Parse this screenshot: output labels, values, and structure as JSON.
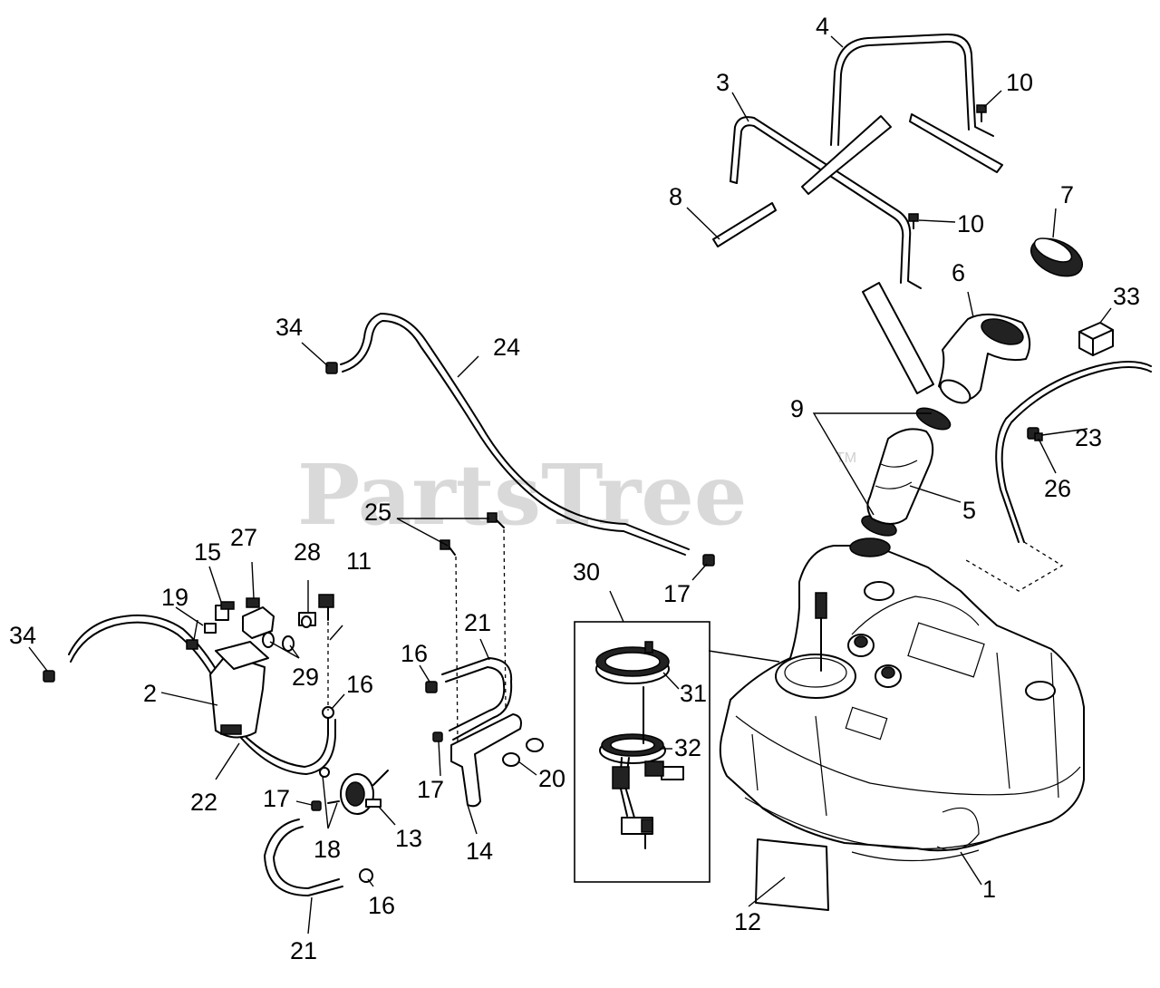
{
  "watermark": {
    "text": "PartsTree",
    "trademark": "TM"
  },
  "callouts": {
    "c1": "1",
    "c2": "2",
    "c3": "3",
    "c4": "4",
    "c5": "5",
    "c6": "6",
    "c7": "7",
    "c8": "8",
    "c9": "9",
    "c10a": "10",
    "c10b": "10",
    "c11": "11",
    "c12": "12",
    "c13": "13",
    "c14": "14",
    "c15": "15",
    "c16a": "16",
    "c16b": "16",
    "c16c": "16",
    "c17a": "17",
    "c17b": "17",
    "c17c": "17",
    "c18": "18",
    "c19": "19",
    "c20": "20",
    "c21a": "21",
    "c21b": "21",
    "c22": "22",
    "c23": "23",
    "c24": "24",
    "c25": "25",
    "c26": "26",
    "c27": "27",
    "c28": "28",
    "c29": "29",
    "c30": "30",
    "c31": "31",
    "c32": "32",
    "c33": "33",
    "c34a": "34",
    "c34b": "34"
  }
}
